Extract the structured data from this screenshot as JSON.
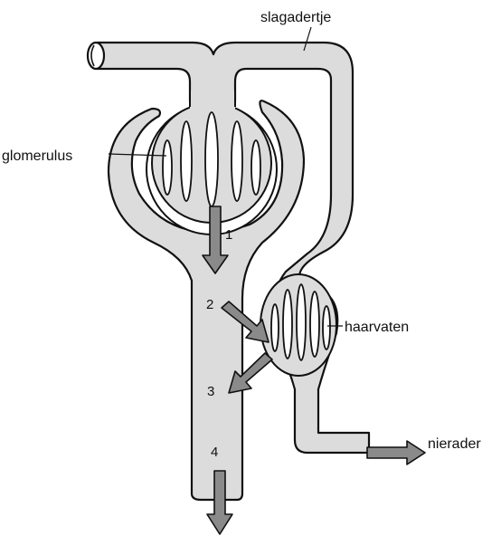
{
  "labels": {
    "artery": "slagadertje",
    "glomerulus": "glomerulus",
    "capillaries": "haarvaten",
    "vein": "nierader"
  },
  "steps": [
    "1",
    "2",
    "3",
    "4"
  ],
  "colors": {
    "vessel_fill": "#dcdcdc",
    "outline": "#111111",
    "arrow_fill": "#8a8a8a",
    "background": "#ffffff"
  }
}
